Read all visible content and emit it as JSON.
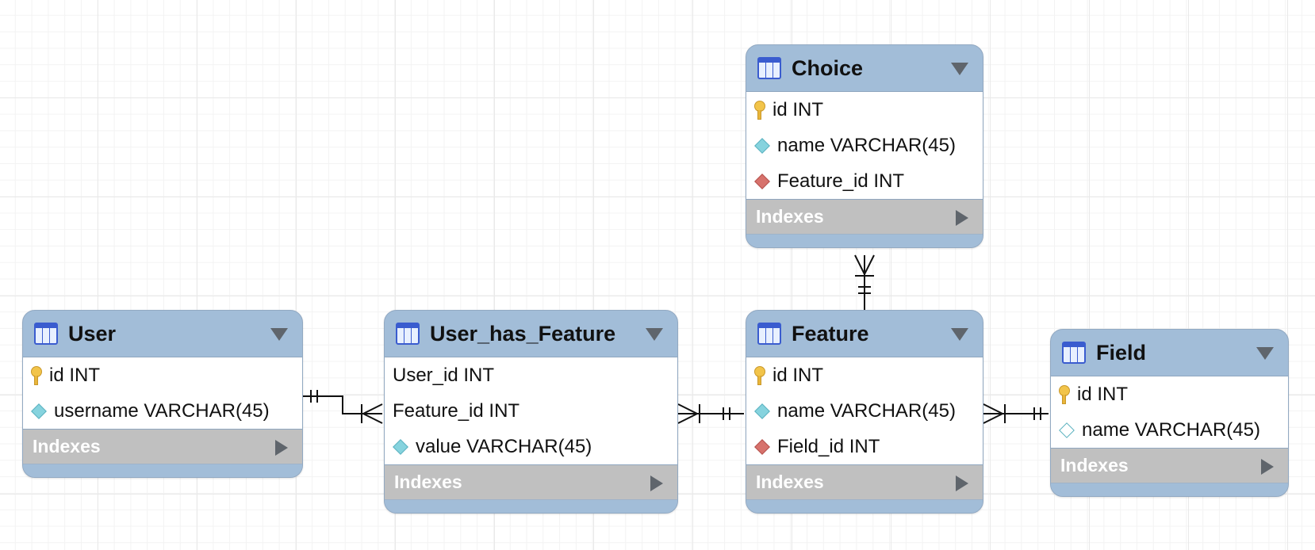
{
  "tables": {
    "choice": {
      "title": "Choice",
      "columns": [
        {
          "icon": "primary-key-icon",
          "text": "id INT"
        },
        {
          "icon": "column-diamond-icon",
          "text": "name VARCHAR(45)"
        },
        {
          "icon": "foreign-key-diamond-icon",
          "text": "Feature_id INT"
        }
      ],
      "indexes_label": "Indexes"
    },
    "user": {
      "title": "User",
      "columns": [
        {
          "icon": "primary-key-icon",
          "text": "id INT"
        },
        {
          "icon": "column-diamond-icon",
          "text": "username VARCHAR(45)"
        }
      ],
      "indexes_label": "Indexes"
    },
    "user_has_feature": {
      "title": "User_has_Feature",
      "columns": [
        {
          "icon": "",
          "text": "User_id INT"
        },
        {
          "icon": "",
          "text": "Feature_id INT"
        },
        {
          "icon": "column-diamond-icon",
          "text": "value VARCHAR(45)"
        }
      ],
      "indexes_label": "Indexes"
    },
    "feature": {
      "title": "Feature",
      "columns": [
        {
          "icon": "primary-key-icon",
          "text": "id INT"
        },
        {
          "icon": "column-diamond-icon",
          "text": "name VARCHAR(45)"
        },
        {
          "icon": "foreign-key-diamond-icon",
          "text": "Field_id INT"
        }
      ],
      "indexes_label": "Indexes"
    },
    "field": {
      "title": "Field",
      "columns": [
        {
          "icon": "primary-key-icon",
          "text": "id INT"
        },
        {
          "icon": "nullable-column-diamond-icon",
          "text": "name VARCHAR(45)"
        }
      ],
      "indexes_label": "Indexes"
    }
  },
  "colors": {
    "header": "#a2bdd8",
    "indexes_bar": "#c0c0c0",
    "connector": "#111111"
  }
}
